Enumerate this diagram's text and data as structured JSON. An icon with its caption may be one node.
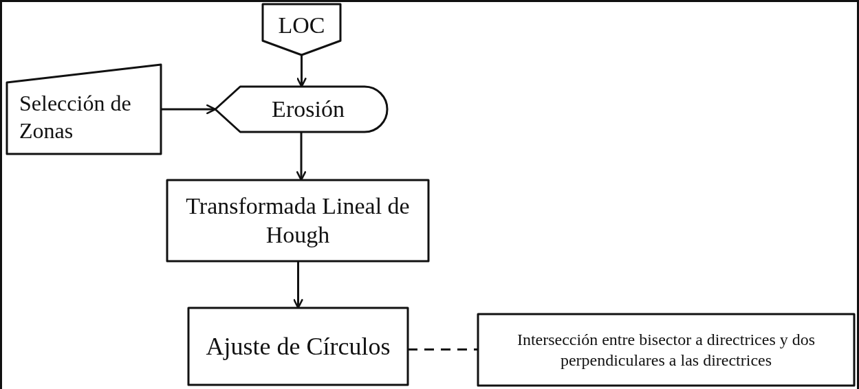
{
  "diagram": {
    "nodes": [
      {
        "text": [
          "LOC"
        ]
      },
      {
        "text": [
          "Selección de Zonas"
        ]
      },
      {
        "text": [
          "Erosión"
        ]
      },
      {
        "text": [
          "Transformada Lineal de Hough"
        ]
      },
      {
        "text": [
          "Ajuste de Círculos"
        ]
      },
      {
        "text": [
          "Intersección entre bisector a directrices y dos perpendiculares a las directrices"
        ]
      }
    ],
    "edges": [
      {
        "from": 0,
        "to": 2,
        "arrow": "to"
      },
      {
        "from": 1,
        "to": 2,
        "arrow": "to"
      },
      {
        "from": 2,
        "to": 3,
        "arrow": "to"
      },
      {
        "from": 3,
        "to": 4,
        "arrow": "to"
      },
      {
        "from": 4,
        "to": 5,
        "arrow": "none",
        "style": "dashed"
      }
    ]
  }
}
